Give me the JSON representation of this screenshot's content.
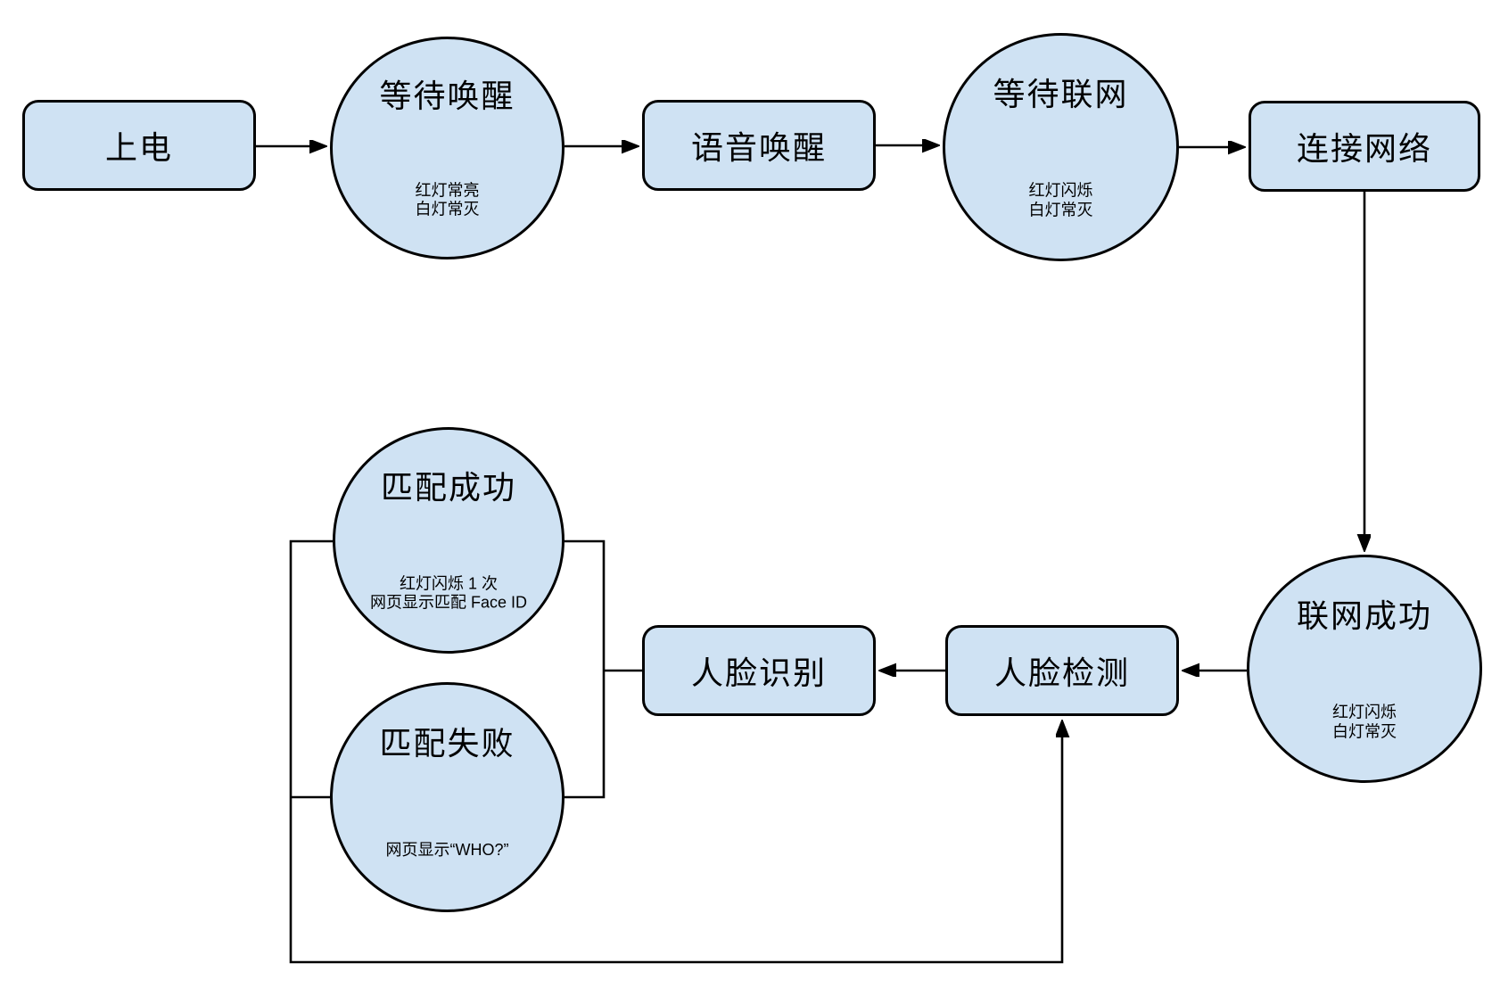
{
  "colors": {
    "background": "#ffffff",
    "node_fill": "#cfe2f3",
    "node_stroke": "#000000",
    "connector": "#000000"
  },
  "nodes": {
    "power_on": {
      "label": "上电"
    },
    "wait_wake": {
      "label": "等待唤醒",
      "sub": "红灯常亮\n白灯常灭"
    },
    "voice_wake": {
      "label": "语音唤醒"
    },
    "wait_network": {
      "label": "等待联网",
      "sub": "红灯闪烁\n白灯常灭"
    },
    "connect_network": {
      "label": "连接网络"
    },
    "network_success": {
      "label": "联网成功",
      "sub": "红灯闪烁\n白灯常灭"
    },
    "face_detect": {
      "label": "人脸检测"
    },
    "face_recognize": {
      "label": "人脸识别"
    },
    "match_success": {
      "label": "匹配成功",
      "sub": "红灯闪烁 1 次\n网页显示匹配 Face ID"
    },
    "match_fail": {
      "label": "匹配失败",
      "sub": "网页显示“WHO?”"
    }
  },
  "edges": [
    {
      "from": "上电",
      "to": "等待唤醒",
      "arrow": true
    },
    {
      "from": "等待唤醒",
      "to": "语音唤醒",
      "arrow": true
    },
    {
      "from": "语音唤醒",
      "to": "等待联网",
      "arrow": true
    },
    {
      "from": "等待联网",
      "to": "连接网络",
      "arrow": true
    },
    {
      "from": "连接网络",
      "to": "联网成功",
      "arrow": true
    },
    {
      "from": "联网成功",
      "to": "人脸检测",
      "arrow": true
    },
    {
      "from": "人脸检测",
      "to": "人脸识别",
      "arrow": true
    },
    {
      "from": "人脸识别",
      "to": "匹配成功",
      "arrow": false
    },
    {
      "from": "人脸识别",
      "to": "匹配失败",
      "arrow": false
    },
    {
      "from": "匹配成功",
      "to": "人脸检测",
      "arrow": true
    },
    {
      "from": "匹配失败",
      "to": "人脸检测",
      "arrow": true
    }
  ]
}
